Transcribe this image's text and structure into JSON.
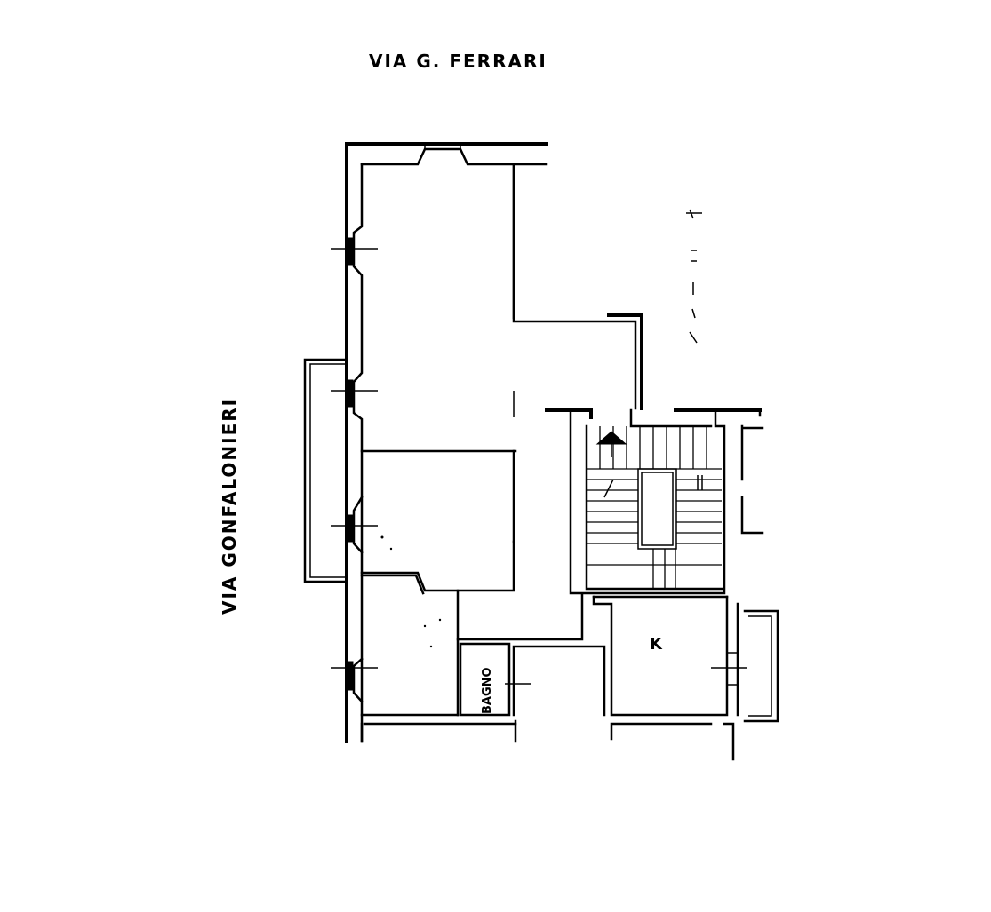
{
  "labels": {
    "street_top": "VIA G. FERRARI",
    "street_left": "VIA GONFALONIERI",
    "room_kitchen": "K",
    "room_bath": "BAGNO"
  },
  "colors": {
    "ink": "#000000",
    "paper": "#ffffff"
  }
}
